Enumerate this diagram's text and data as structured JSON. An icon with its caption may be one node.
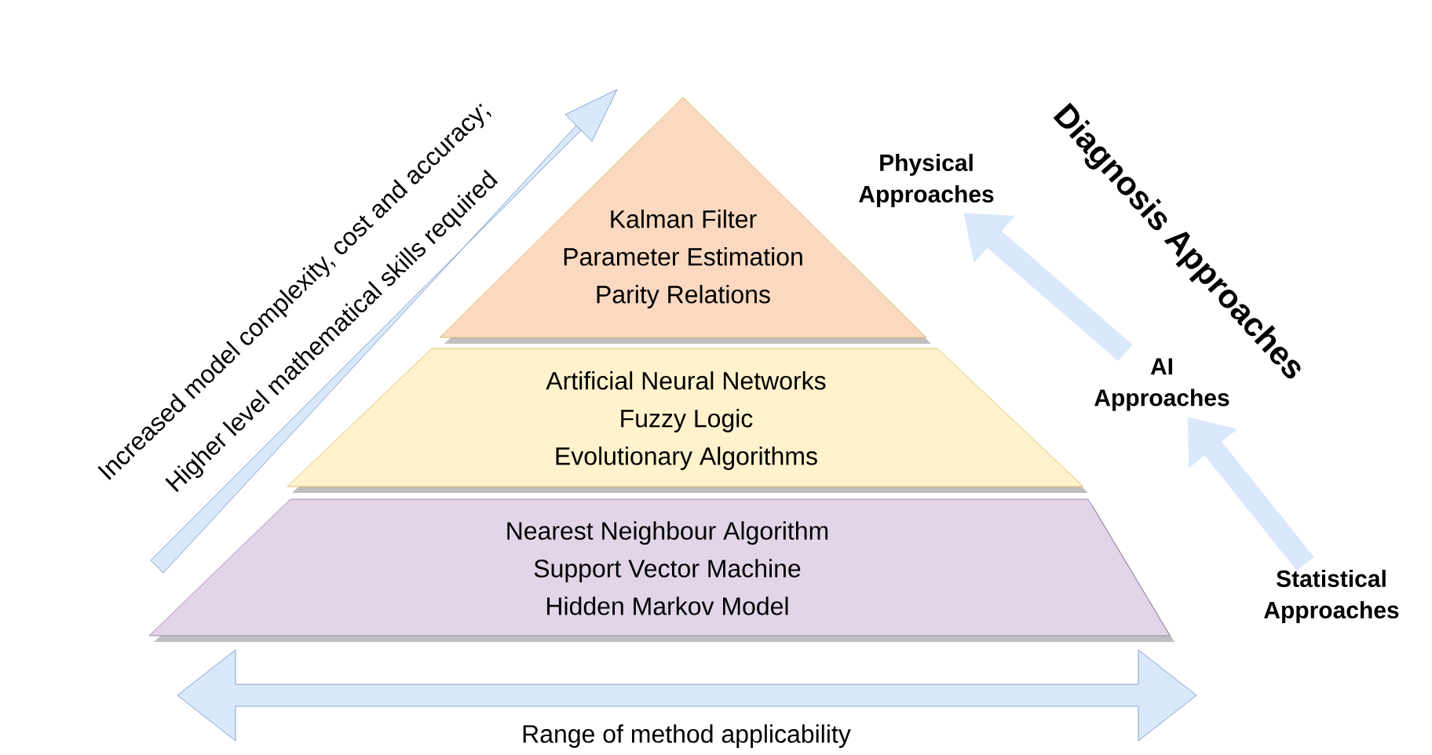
{
  "diagram": {
    "title": "Diagnosis Approaches",
    "nodes": [
      {
        "text": [
          "Kalman Filter",
          "Parameter Estimation",
          "Parity Relations"
        ]
      },
      {
        "text": [
          "Artificial Neural Networks",
          "Fuzzy Logic",
          "Evolutionary Algorithms"
        ]
      },
      {
        "text": [
          "Nearest Neighbour Algorithm",
          "Support Vector Machine",
          "Hidden Markov Model"
        ]
      },
      {
        "text": [
          "Physical Approaches"
        ]
      },
      {
        "text": [
          "AI Approaches"
        ]
      },
      {
        "text": [
          "Statistical Approaches"
        ]
      }
    ],
    "edges": [
      {
        "from": 5,
        "to": 4,
        "arrow": "to"
      },
      {
        "from": 4,
        "to": 3,
        "arrow": "to"
      }
    ],
    "labels": [
      "Increased model complexity, cost and accuracy;",
      "Higher level mathematical skills required",
      "Range of method applicability"
    ]
  }
}
